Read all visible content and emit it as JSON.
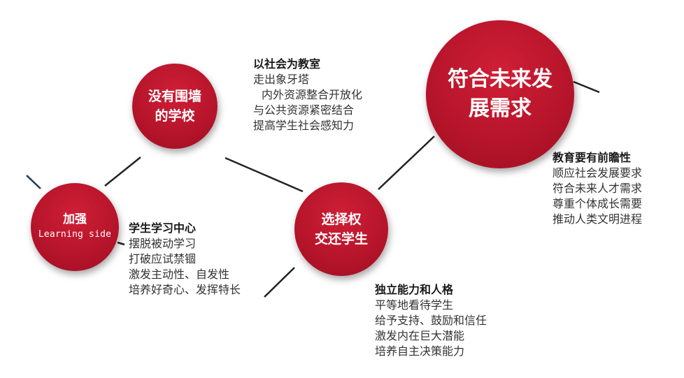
{
  "colors": {
    "circle_fill": "#b5142a",
    "connector": "#222222",
    "connector_edge": "#1f3b57",
    "text": "#333333"
  },
  "circles": {
    "strengthen": {
      "line1": "加强",
      "line2": "Learning side"
    },
    "no_wall_school": {
      "line1": "没有围墙",
      "line2": "的学校"
    },
    "choice_to_students": {
      "line1": "选择权",
      "line2": "交还学生"
    },
    "future_needs": {
      "line1": "符合未来发",
      "line2": "展需求"
    }
  },
  "blocks": {
    "society_classroom": {
      "title": "以社会为教室",
      "items": [
        "走出象牙塔",
        "内外资源整合开放化",
        "与公共资源紧密结合",
        "提高学生社会感知力"
      ]
    },
    "learner_center": {
      "title": "学生学习中心",
      "items": [
        "摆脱被动学习",
        "打破应试禁锢",
        "激发主动性、自发性",
        "培养好奇心、发挥特长"
      ]
    },
    "independence": {
      "title": "独立能力和人格",
      "items": [
        "平等地看待学生",
        "给予支持、鼓励和信任",
        "激发内在巨大潜能",
        "培养自主决策能力"
      ]
    },
    "foresight": {
      "title": "教育要有前瞻性",
      "items": [
        "顺应社会发展要求",
        "符合未来人才需求",
        "尊重个体成长需要",
        "推动人类文明进程"
      ]
    }
  }
}
